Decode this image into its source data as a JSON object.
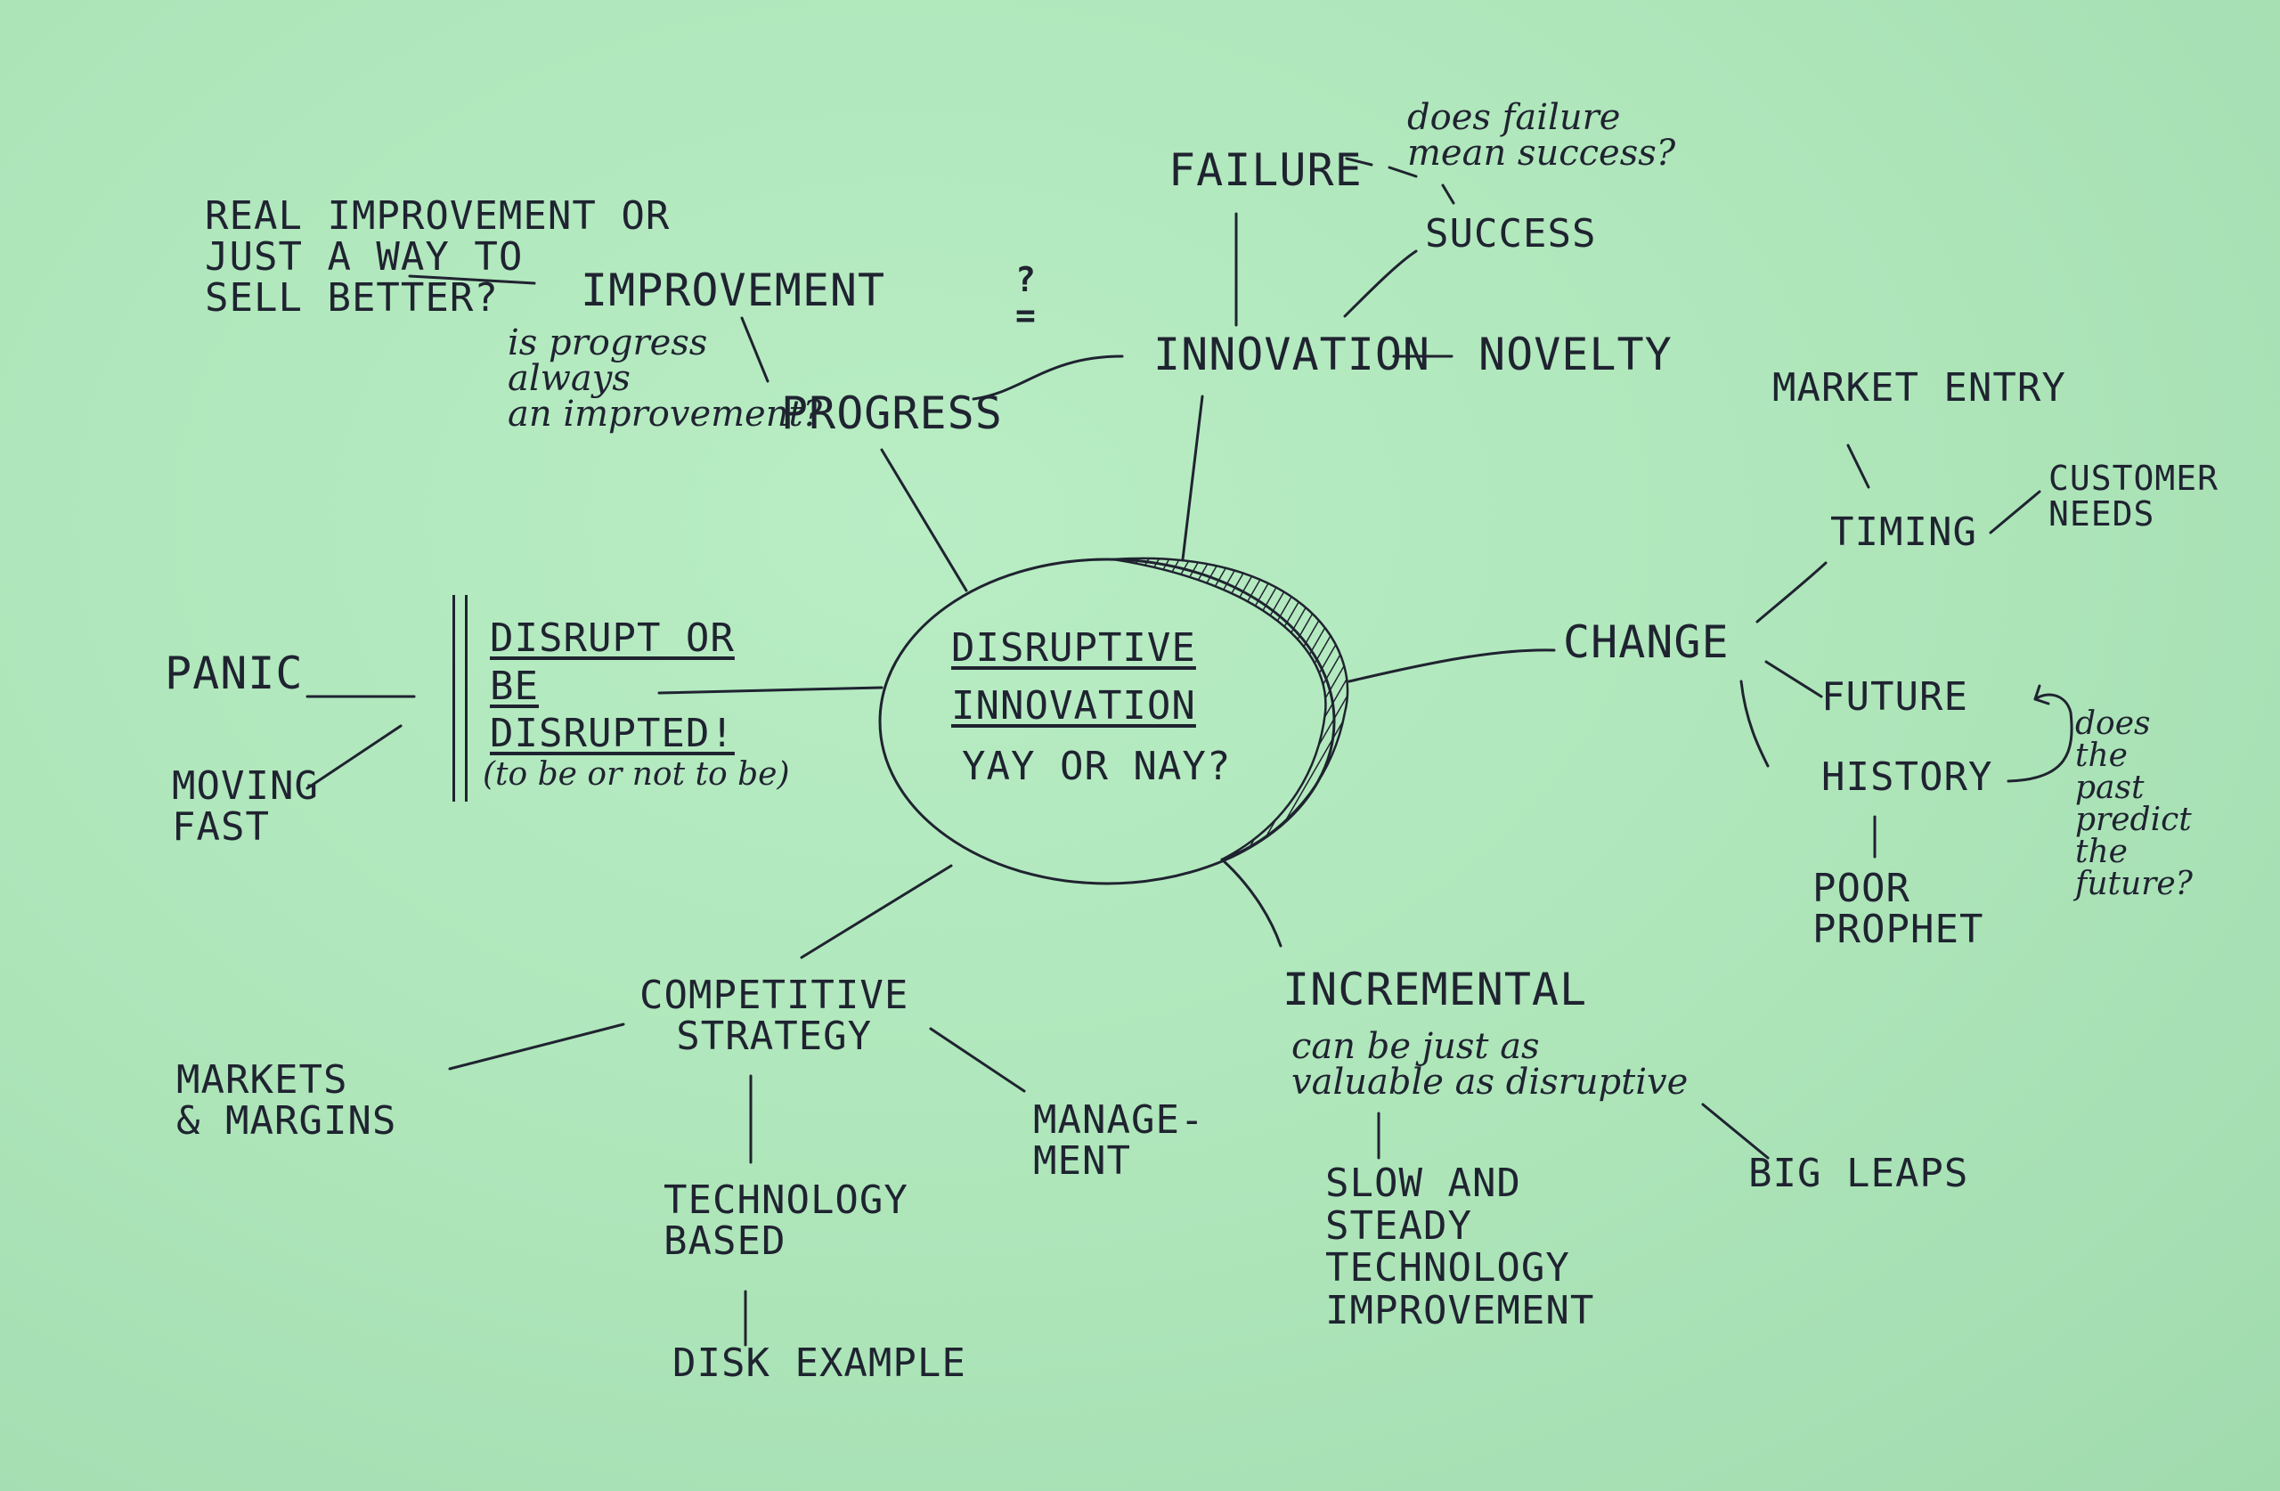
{
  "center": {
    "line1": "DISRUPTIVE",
    "line2": "INNOVATION",
    "line3": "YAY OR NAY?"
  },
  "nodes": {
    "failure": "FAILURE",
    "failure_note": "does failure\nmean success?",
    "success": "SUCCESS",
    "innovation": "INNOVATION",
    "novelty": "NOVELTY",
    "question": "?\n=",
    "improvement": "IMPROVEMENT",
    "real_improvement_note": "REAL IMPROVEMENT OR\nJUST A WAY TO\nSELL BETTER?",
    "progress_note": "is progress\nalways\nan improvement?",
    "progress": "PROGRESS",
    "market_entry": "MARKET ENTRY",
    "timing": "TIMING",
    "customer_needs": "CUSTOMER\nNEEDS",
    "change": "CHANGE",
    "future": "FUTURE",
    "history": "HISTORY",
    "history_note": "does\nthe\npast\npredict\nthe\nfuture?",
    "poor_prophet": "POOR\nPROPHET",
    "panic": "PANIC",
    "moving_fast": "MOVING\nFAST",
    "disrupt": "DISRUPT OR\nBE\nDISRUPTED!",
    "disrupt_note": "(to be or not to be)",
    "competitive_strategy": "COMPETITIVE\nSTRATEGY",
    "markets_margins": "MARKETS\n& MARGINS",
    "management": "MANAGE-\nMENT",
    "technology_based": "TECHNOLOGY\nBASED",
    "disk_example": "DISK EXAMPLE",
    "incremental": "INCREMENTAL",
    "incremental_note": "can be just as\nvaluable as disruptive",
    "slow_steady": "SLOW AND\nSTEADY\nTECHNOLOGY\nIMPROVEMENT",
    "big_leaps": "BIG LEAPS"
  },
  "colors": {
    "paper": "#ade5b9",
    "ink": "#1f2330"
  }
}
